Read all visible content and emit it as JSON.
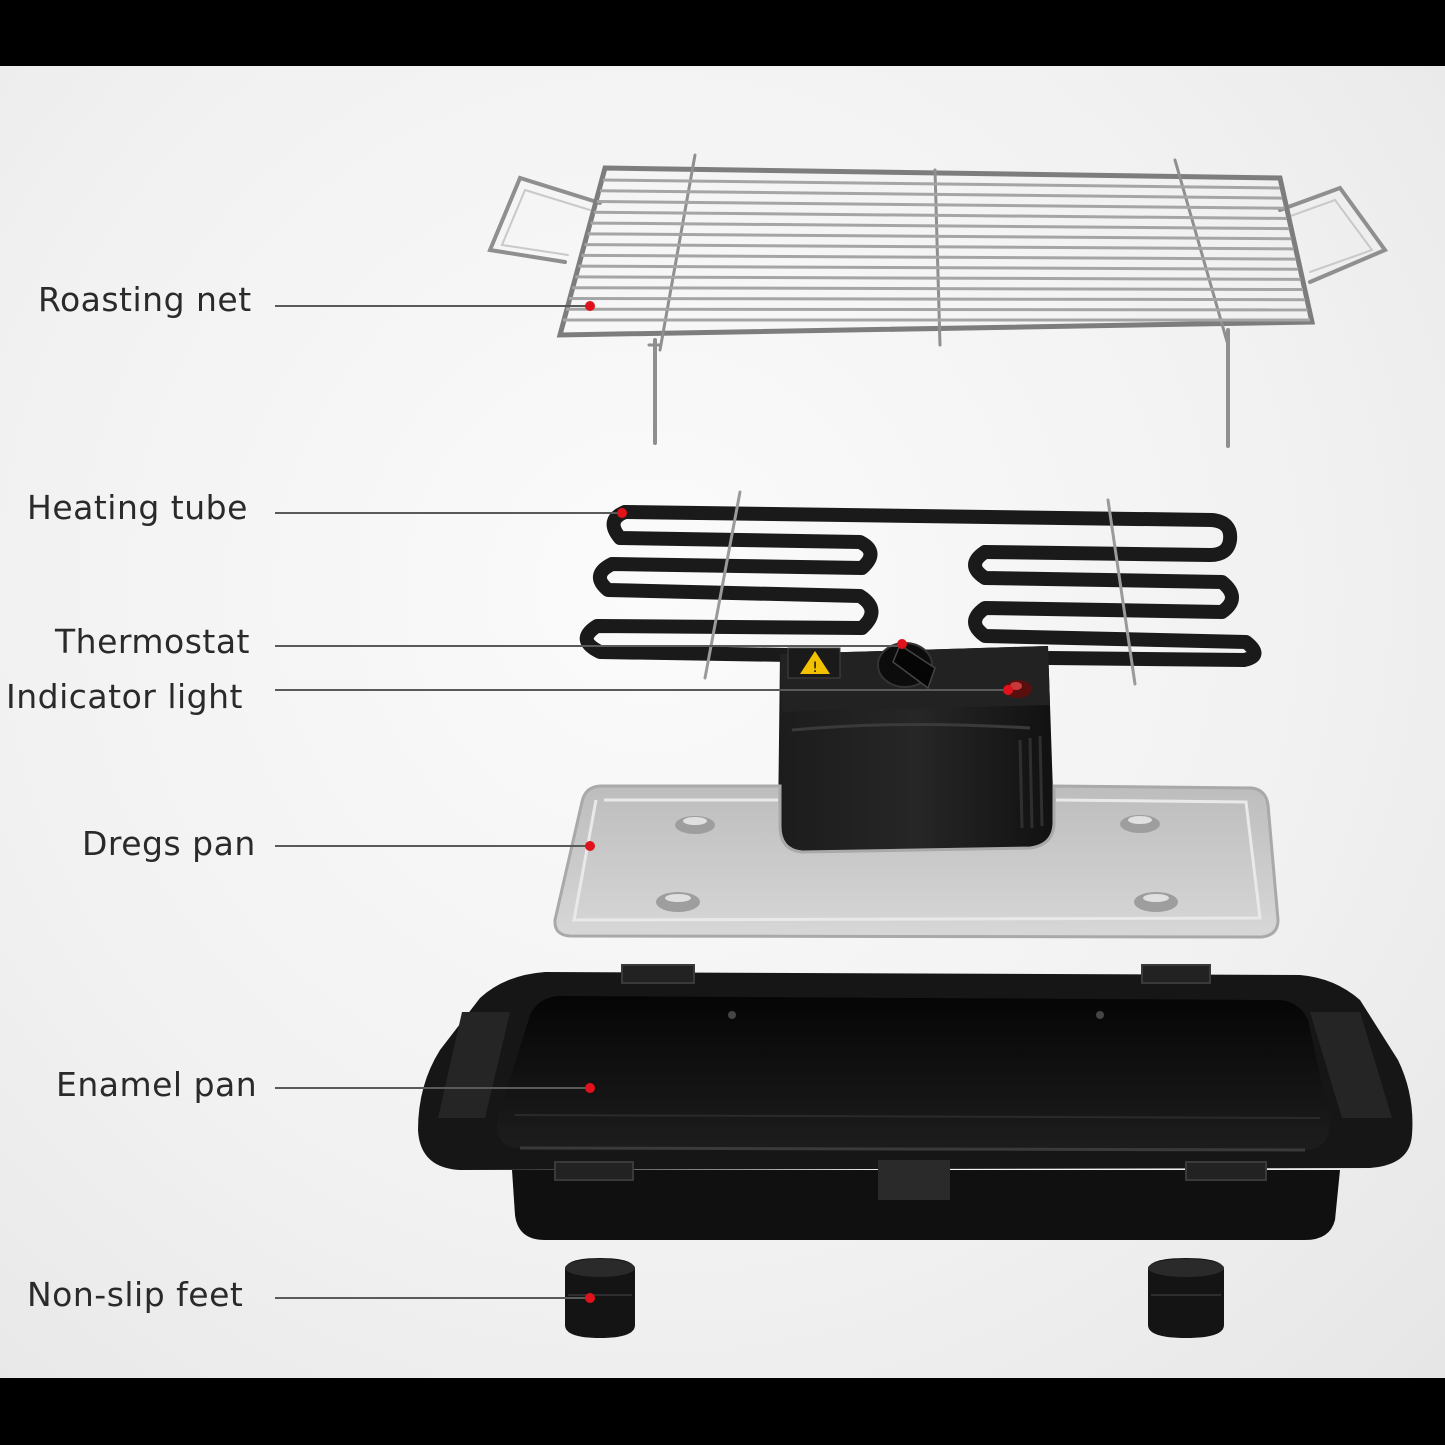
{
  "labels": {
    "roasting_net": "Roasting net",
    "heating_tube": "Heating tube",
    "thermostat": "Thermostat",
    "indicator_light": "Indicator light",
    "dregs_pan": "Dregs pan",
    "enamel_pan": "Enamel pan",
    "non_slip_feet": "Non-slip feet"
  },
  "colors": {
    "frame": "#000000",
    "background": "#f2f2f2",
    "leader_line": "#555555",
    "marker_dot": "#e0121b",
    "black_plastic": "#151515",
    "steel": "#9a9a9a",
    "tray": "#c8c8c8",
    "warning_label": "#f2c200"
  }
}
